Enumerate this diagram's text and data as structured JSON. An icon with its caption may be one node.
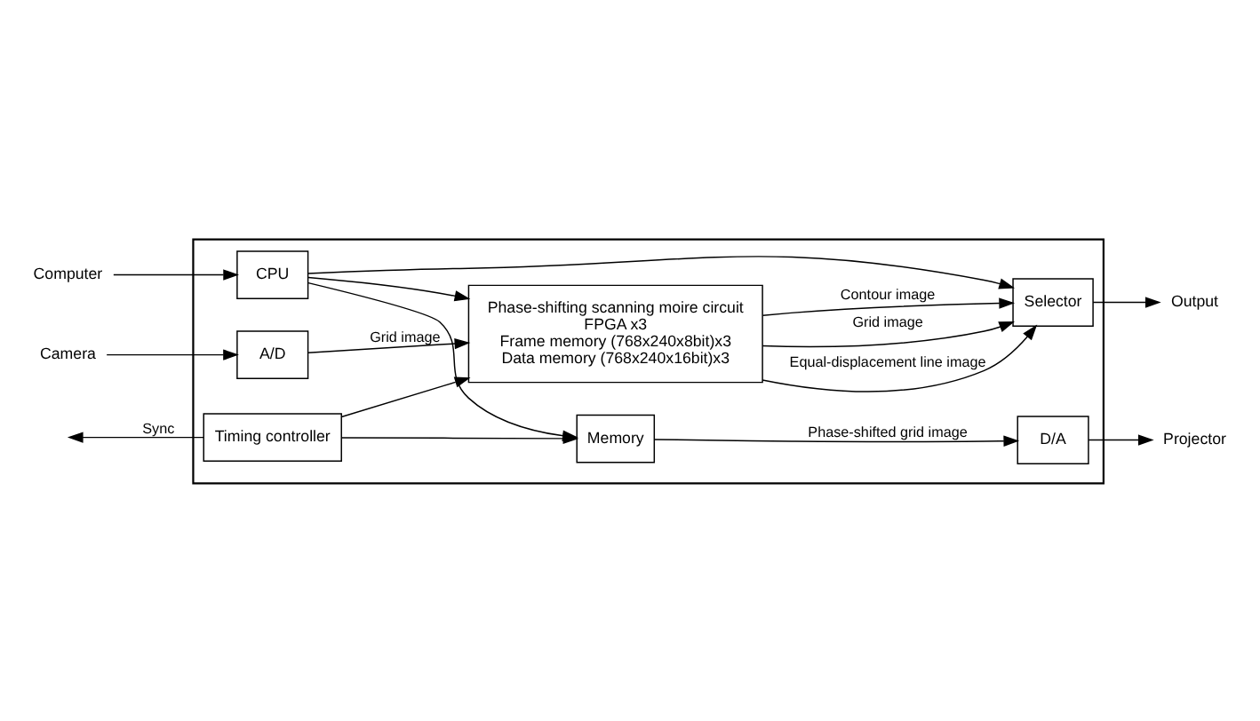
{
  "diagram": {
    "nodes": [
      {
        "text": [],
        "shape": "box"
      },
      {
        "text": [
          "A/D"
        ],
        "in": 0
      },
      {
        "text": [
          "Phase-shifting scanning moire circuit",
          "FPGA x3",
          "Frame memory (768x240x8bit)x3",
          "Data memory (768x240x16bit)x3"
        ],
        "in": 0
      },
      {
        "text": [
          "Selector"
        ],
        "in": 0
      },
      {
        "text": [
          "Timing controller"
        ],
        "in": 0
      },
      {
        "text": [
          "Memory"
        ],
        "in": 0
      },
      {
        "text": [
          "CPU"
        ],
        "in": 0
      },
      {
        "text": [
          "D/A"
        ],
        "in": 0
      },
      {
        "text": [
          "Camera"
        ]
      },
      {
        "text": [
          "Output"
        ]
      },
      {
        "text": [
          "Projector"
        ]
      },
      {
        "text": [
          "Computer"
        ]
      }
    ],
    "edges": [
      {
        "from": 8,
        "to": 1,
        "arrow": "to"
      },
      {
        "from": 1,
        "to": 2,
        "arrow": "to",
        "label": "Grid image"
      },
      {
        "from": 2,
        "to": 3,
        "arrow": "to",
        "label": "Grid image"
      },
      {
        "from": 2,
        "to": 3,
        "arrow": "to",
        "label": "Contour image"
      },
      {
        "from": 2,
        "to": 3,
        "arrow": "to",
        "label": "Equal-displacement line image"
      },
      {
        "from": 3,
        "to": 9,
        "arrow": "to"
      },
      {
        "from": 4,
        "to": null,
        "arrow": "to",
        "label": "Sync"
      },
      {
        "from": 4,
        "to": 2,
        "arrow": "to"
      },
      {
        "from": 4,
        "to": 5,
        "arrow": "to"
      },
      {
        "from": 6,
        "to": 2,
        "arrow": "to"
      },
      {
        "from": 6,
        "to": 3,
        "arrow": "to"
      },
      {
        "from": 6,
        "to": 5,
        "arrow": "to"
      },
      {
        "from": 5,
        "to": 7,
        "arrow": "to",
        "label": "Phase-shifted grid image"
      },
      {
        "from": 7,
        "to": 10,
        "arrow": "to"
      },
      {
        "from": 11,
        "to": 6,
        "arrow": "to"
      }
    ]
  }
}
